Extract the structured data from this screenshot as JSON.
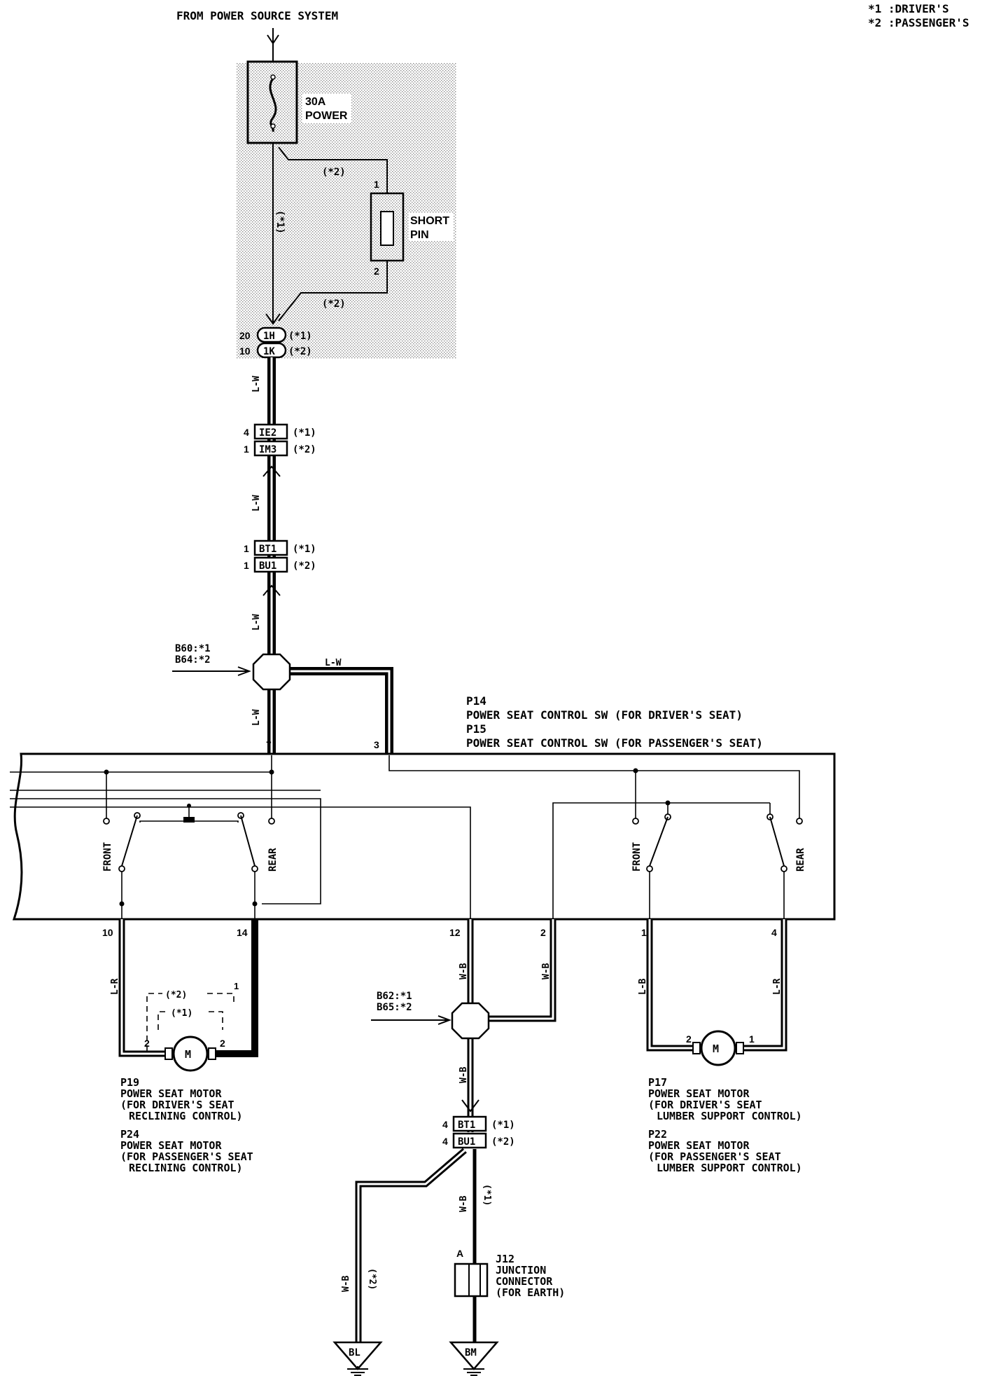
{
  "top": {
    "source_label": "FROM POWER SOURCE SYSTEM",
    "legend_1": "*1 :DRIVER'S",
    "legend_2": "*2 :PASSENGER'S"
  },
  "fuse": {
    "rating": "30A",
    "name": "POWER"
  },
  "short_pin": {
    "line1": "SHORT",
    "line2": "PIN",
    "pin_top": "1",
    "pin_bottom": "2",
    "note_top": "(*2)",
    "note_bottom": "(*2)",
    "note_vertical": "(*1)"
  },
  "connectors": {
    "c1h": {
      "pin": "20",
      "name": "1H",
      "note": "(*1)"
    },
    "c1k": {
      "pin": "10",
      "name": "1K",
      "note": "(*2)"
    },
    "ie2": {
      "pin": "4",
      "name": "IE2",
      "note": "(*1)"
    },
    "im3": {
      "pin": "1",
      "name": "IM3",
      "note": "(*2)"
    },
    "bt1_top": {
      "pin": "1",
      "name": "BT1",
      "note": "(*1)"
    },
    "bu1_top": {
      "pin": "1",
      "name": "BU1",
      "note": "(*2)"
    },
    "bt1_bot": {
      "pin": "4",
      "name": "BT1",
      "note": "(*1)"
    },
    "bu1_bot": {
      "pin": "4",
      "name": "BU1",
      "note": "(*2)"
    }
  },
  "wires": {
    "lw": "L-W",
    "lr": "L-R",
    "lb": "L-B",
    "wb": "W-B"
  },
  "junctions": {
    "j_upper_1": "B60:*1",
    "j_upper_2": "B64:*2",
    "j_lower_1": "B62:*1",
    "j_lower_2": "B65:*2"
  },
  "switch": {
    "p14_code": "P14",
    "p14_name": "POWER SEAT CONTROL SW (FOR DRIVER'S SEAT)",
    "p15_code": "P15",
    "p15_name": "POWER SEAT CONTROL SW (FOR PASSENGER'S SEAT)",
    "pin7": "7",
    "pin3": "3",
    "pin10": "10",
    "pin14": "14",
    "pin12": "12",
    "pin2": "2",
    "pin1": "1",
    "pin4": "4",
    "front": "FRONT",
    "rear": "REAR"
  },
  "motor_left": {
    "symbol": "M",
    "pin_l": "2",
    "pin_r": "2",
    "alt2": "(*2)",
    "alt1": "(*1)",
    "pin_alt": "1",
    "p19_code": "P19",
    "p19_l1": "POWER SEAT MOTOR",
    "p19_l2": "(FOR DRIVER'S SEAT",
    "p19_l3": "RECLINING CONTROL)",
    "p24_code": "P24",
    "p24_l1": "POWER SEAT MOTOR",
    "p24_l2": "(FOR PASSENGER'S SEAT",
    "p24_l3": "RECLINING CONTROL)"
  },
  "motor_right": {
    "symbol": "M",
    "pin_l": "2",
    "pin_r": "1",
    "p17_code": "P17",
    "p17_l1": "POWER SEAT MOTOR",
    "p17_l2": "(FOR DRIVER'S SEAT",
    "p17_l3": "LUMBER SUPPORT CONTROL)",
    "p22_code": "P22",
    "p22_l1": "POWER SEAT MOTOR",
    "p22_l2": "(FOR PASSENGER'S SEAT",
    "p22_l3": "LUMBER SUPPORT CONTROL)"
  },
  "earth": {
    "note_1": "(*1)",
    "note_2": "(*2)",
    "j12_pin": "A",
    "j12_code": "J12",
    "j12_l1": "JUNCTION",
    "j12_l2": "CONNECTOR",
    "j12_l3": "(FOR EARTH)",
    "ground_bl": "BL",
    "ground_bm": "BM"
  }
}
